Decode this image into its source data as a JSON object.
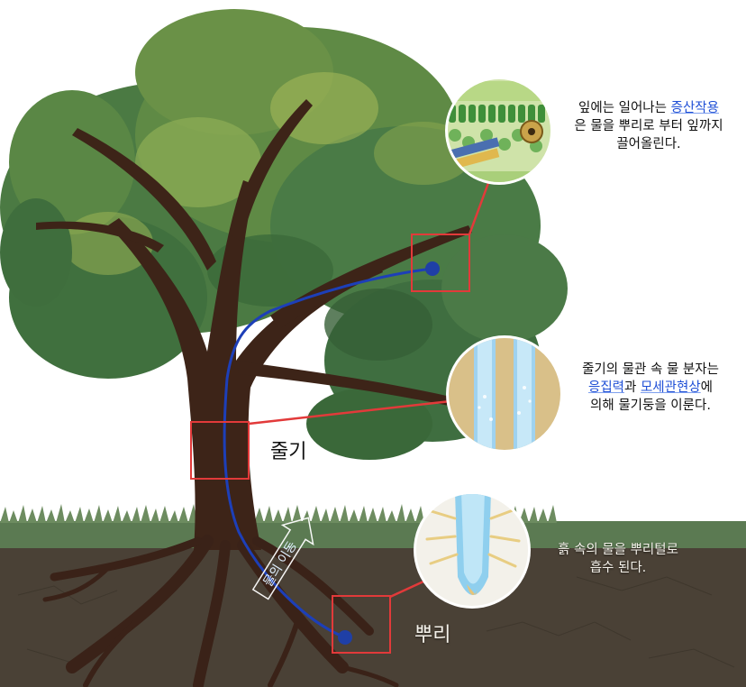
{
  "colors": {
    "soil": "#4a4136",
    "grass": "#5b7a52",
    "foliage_dark": "#3f6a3b",
    "foliage_light": "#8fae55",
    "trunk": "#3d2418",
    "water_path": "#1d3fb8",
    "highlight_box": "#e23a3a",
    "keyword": "#1f4fd6"
  },
  "icons": {
    "leaf_inset": "leaf-cross-section",
    "stem_inset": "xylem-vessels",
    "root_inset": "root-hair-tip"
  },
  "captions": {
    "leaf": {
      "line1_pre": "잎에는 일어나는 ",
      "line1_key": "증산작용",
      "line2": "은 물을 뿌리로 부터 잎까지",
      "line3": "끌어올린다."
    },
    "stem": {
      "line1": "줄기의 물관 속 물 분자는",
      "line2_key1": "응집력",
      "line2_mid": "과 ",
      "line2_key2": "모세관현상",
      "line2_post": "에",
      "line3": "의해 물기둥을 이룬다."
    },
    "root": {
      "line1": "흙 속의 물을 뿌리털로",
      "line2": "흡수 된다."
    }
  },
  "labels": {
    "stem": "줄기",
    "root": "뿌리",
    "water_flow": "물의 이동"
  }
}
